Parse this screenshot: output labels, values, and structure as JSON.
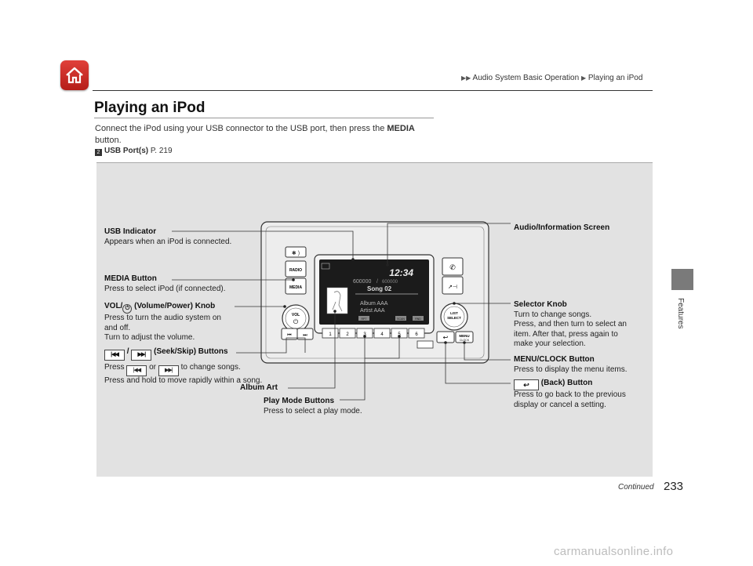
{
  "breadcrumb": {
    "items": [
      "Audio System Basic Operation",
      "Playing an iPod"
    ]
  },
  "title": "Playing an iPod",
  "intro": {
    "before": "Connect the iPod using your USB connector to the USB port, then press the ",
    "bold": "MEDIA",
    "after": " button."
  },
  "xref": {
    "icon": "2",
    "label": "USB Port(s)",
    "page": " P. 219"
  },
  "side_tab": "Features",
  "screen": {
    "clock": "12:34",
    "track_num": "600000",
    "track_sep": "/",
    "track_total": "600000",
    "song": "Song 02",
    "album": "Album AAA",
    "artist": "Artist AAA",
    "bottom_tags": [
      "RPT",
      "SCAN",
      "RND"
    ]
  },
  "unit": {
    "radio": "RADIO",
    "media": "MEDIA",
    "vol": "VOL",
    "presets": [
      "1",
      "2",
      "3",
      "4",
      "5",
      "6"
    ],
    "select": "LIST\nSELECT",
    "menu": "MENU",
    "menu_sub": "CLOCK"
  },
  "labels": {
    "usb_title": "USB Indicator",
    "usb_desc": "Appears when an iPod is connected.",
    "media_title": "MEDIA Button",
    "media_desc": "Press to select iPod (if connected).",
    "vol_title_a": "VOL/",
    "vol_title_b": " (Volume/Power) Knob",
    "vol_desc1": "Press to turn the audio system on",
    "vol_desc2": "and off.",
    "vol_desc3": "Turn to adjust the volume.",
    "seek_sep": " / ",
    "seek_title": " (Seek/Skip) Buttons",
    "seek_press": "Press ",
    "seek_or": " or ",
    "seek_change": " to change songs.",
    "seek_hold": "Press and hold to move rapidly within a song.",
    "album_art": "Album Art",
    "play_mode_title": "Play Mode Buttons",
    "play_mode_desc": "Press to select a play mode.",
    "audio_screen": "Audio/Information Screen",
    "selector_title": "Selector Knob",
    "selector_desc1": "Turn to change songs.",
    "selector_desc2": "Press, and then turn to select an",
    "selector_desc3": "item. After that, press again to",
    "selector_desc4": "make your selection.",
    "menu_title": "MENU/CLOCK Button",
    "menu_desc": "Press to display the menu items.",
    "back_title": " (Back) Button",
    "back_desc1": "Press to go back to the previous",
    "back_desc2": "display or cancel a setting."
  },
  "footer": {
    "continued": "Continued",
    "page_number": "233",
    "watermark": "carmanualsonline.info"
  },
  "colors": {
    "home_red": "#c8231e",
    "panel_gray": "#e2e2e2",
    "screen_dark": "#1b1b1b"
  },
  "icons": {
    "home": "home-icon",
    "seek_back": "skip-back-icon",
    "seek_fwd": "skip-forward-icon",
    "power": "power-icon",
    "back": "back-arrow-icon"
  }
}
